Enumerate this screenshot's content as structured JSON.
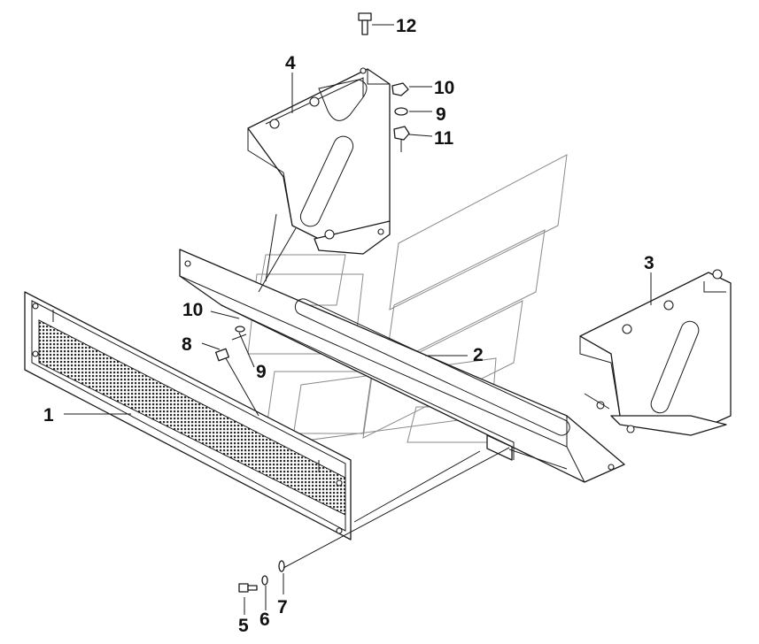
{
  "diagram": {
    "callouts": [
      {
        "id": "c1",
        "label": "1"
      },
      {
        "id": "c2",
        "label": "2"
      },
      {
        "id": "c3",
        "label": "3"
      },
      {
        "id": "c4",
        "label": "4"
      },
      {
        "id": "c5",
        "label": "5"
      },
      {
        "id": "c6",
        "label": "6"
      },
      {
        "id": "c7",
        "label": "7"
      },
      {
        "id": "c8",
        "label": "8"
      },
      {
        "id": "c9a",
        "label": "9"
      },
      {
        "id": "c9b",
        "label": "9"
      },
      {
        "id": "c10a",
        "label": "10"
      },
      {
        "id": "c10b",
        "label": "10"
      },
      {
        "id": "c11",
        "label": "11"
      },
      {
        "id": "c12",
        "label": "12"
      }
    ],
    "parts": [
      {
        "callout": "1",
        "name": "mesh-grille-panel"
      },
      {
        "callout": "2",
        "name": "slotted-crossbar"
      },
      {
        "callout": "3",
        "name": "right-bracket"
      },
      {
        "callout": "4",
        "name": "left-bracket"
      },
      {
        "callout": "5",
        "name": "bolt"
      },
      {
        "callout": "6",
        "name": "washer"
      },
      {
        "callout": "7",
        "name": "spring-washer"
      },
      {
        "callout": "8",
        "name": "bolt"
      },
      {
        "callout": "9",
        "name": "washer"
      },
      {
        "callout": "10",
        "name": "nut"
      },
      {
        "callout": "11",
        "name": "nut"
      },
      {
        "callout": "12",
        "name": "bolt"
      }
    ],
    "colors": {
      "line": "#1a1a1a",
      "watermark": "#8a8a8a",
      "background": "#ffffff"
    }
  }
}
